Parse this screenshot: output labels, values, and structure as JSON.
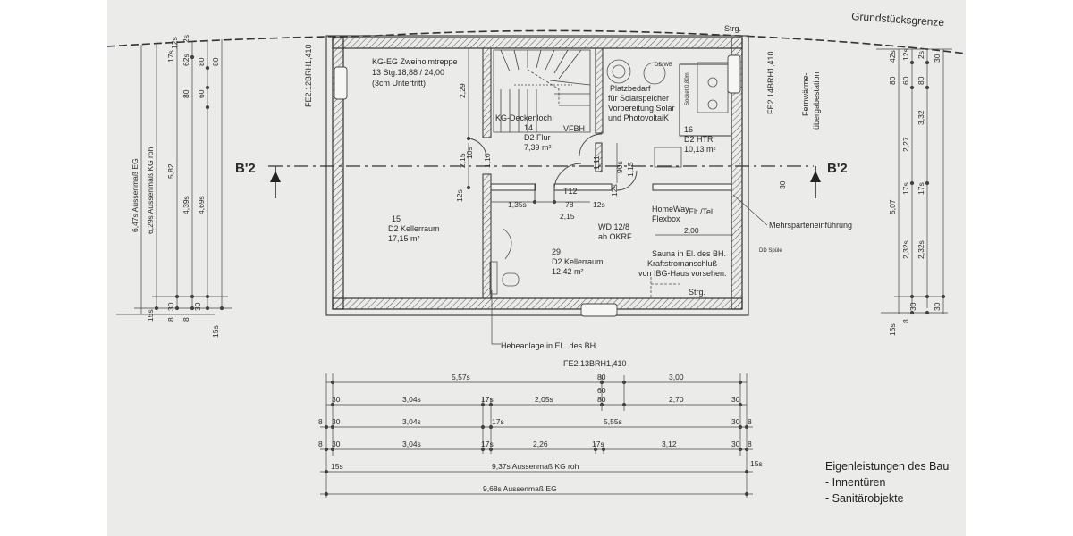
{
  "boundary_label": "Grundstücksgrenze",
  "section_label_left": "B'2",
  "section_label_right": "B'2",
  "windows": {
    "left": "FE2.12BRH1,410",
    "right": "FE2.14BRH1,410",
    "bottom": "FE2.13BRH1,410"
  },
  "rooms": {
    "stair": {
      "title": "KG-EG Zweiholmtreppe",
      "line2": "13 Stg.18,88 / 24,00",
      "line3": "(3cm Untertritt)"
    },
    "flur": {
      "number": "14",
      "name": "D2 Flur",
      "area": "7,39 m²"
    },
    "keller15": {
      "number": "15",
      "name": "D2 Kellerraum",
      "area": "17,15 m²"
    },
    "keller29": {
      "number": "29",
      "name": "D2 Kellerraum",
      "area": "12,42 m²"
    },
    "htr": {
      "number": "16",
      "name": "D2 HTR",
      "area": "10,13 m²"
    }
  },
  "labels": {
    "deckenloch": "KG-Deckenloch",
    "vfbh": "VFBH",
    "platz1": "Platzbedarf",
    "platz2": "für Solarspeicher",
    "platz3": "Vorbereitung Solar",
    "platz4": "und PhotovoltaiK",
    "door": "T12",
    "wd1": "WD 12/8",
    "wd2": "ab OKRF",
    "homeway1": "HomeWay",
    "homeway2": "Flexbox",
    "elt": "Elt./Tel.",
    "sauna1": "Sauna in El. des BH.",
    "sauna2": "Kraftstromanschluß",
    "sauna3": "von IBG-Haus vorsehen.",
    "strg_top": "Strg.",
    "strg_bottom": "Strg.",
    "mehrsparten": "Mehrsparteneinführung",
    "fernwaerme1": "Fernwärme-",
    "fernwaerme2": "übergabestation",
    "hebeanlage": "Hebeanlage in EL. des BH.",
    "dd_spuele": "DD Spüle",
    "dd_wb": "DD WB",
    "socket": "Socket 0,80m"
  },
  "left_dims": {
    "eg": "6,47s Aussenmaß EG",
    "kg": "6,29s Aussenmaß KG roh",
    "d1": "5,82",
    "d2": "4,39s",
    "d3": "4,69s",
    "d4": "2,29",
    "d5": "2,15",
    "d6": "1,10",
    "d7": "10s",
    "d8": "12s",
    "t1": "17s",
    "t2": "12s",
    "t3": "2s",
    "t4": "62s",
    "t5": "80",
    "t6": "80",
    "t7": "60",
    "t8": "80",
    "b1": "15s",
    "b2": "8",
    "b3": "30",
    "b4": "8",
    "b5": "30",
    "b6": "15s"
  },
  "right_dims": {
    "d1": "5,07",
    "d2": "2,27",
    "d3": "3,32",
    "d4": "2,32s",
    "d5": "2,32s",
    "d6": "17s",
    "d7": "17s",
    "t1": "42s",
    "t2": "12s",
    "t3": "2s",
    "t4": "80",
    "t5": "60",
    "t6": "80",
    "t7": "30",
    "b1": "15s",
    "b2": "8",
    "b3": "30",
    "b4": "30"
  },
  "inner_dims": {
    "d135": "1,35s",
    "d78": "78",
    "d215": "2,15",
    "d12": "12s",
    "d200": "2,00",
    "d90": "90s",
    "d15": "1,15",
    "d11": "1,11",
    "d12b": "12s",
    "d30": "30"
  },
  "bottom_dims": {
    "row1": {
      "a": "5,57s",
      "b": "80",
      "c": "3,00",
      "d": "60"
    },
    "row2": {
      "a": "30",
      "b": "3,04s",
      "c": "17s",
      "d": "2,05s",
      "e": "80",
      "f": "2,70",
      "g": "30"
    },
    "row3": {
      "a": "8",
      "b": "30",
      "c": "3,04s",
      "d": "17s",
      "e": "5,55s",
      "f": "30",
      "g": "8"
    },
    "row4": {
      "a": "8",
      "b": "30",
      "c": "3,04s",
      "d": "17s",
      "e": "2,26",
      "f": "17s",
      "g": "3,12",
      "h": "30",
      "i": "8"
    },
    "row5": {
      "a": "15s",
      "b": "9,37s Aussenmaß KG roh",
      "c": "15s"
    },
    "row6": {
      "a": "9,68s Aussenmaß EG"
    }
  },
  "notes": {
    "title": "Eigenleistungen des Bau",
    "item1": "- Innentüren",
    "item2": "- Sanitärobjekte"
  }
}
